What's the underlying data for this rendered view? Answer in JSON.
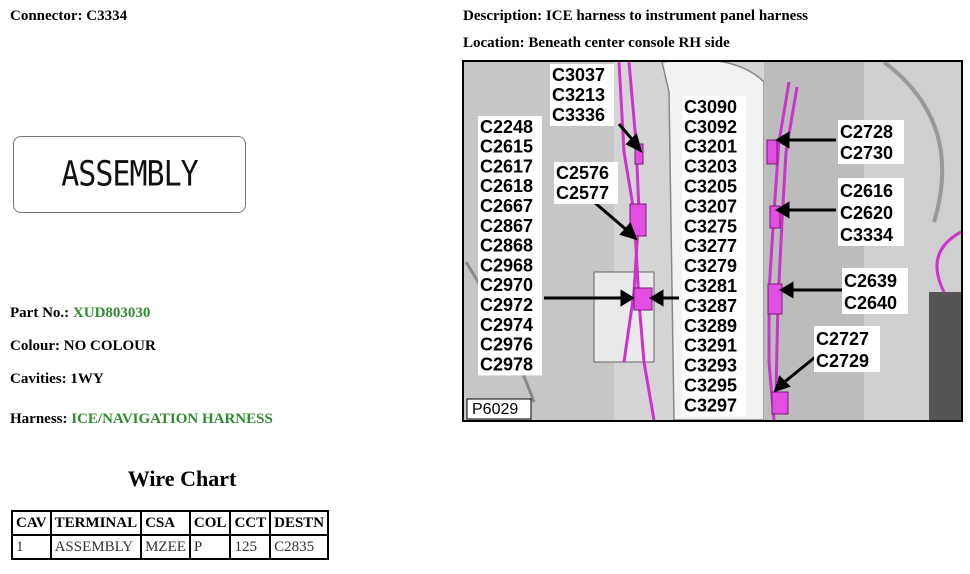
{
  "connector": {
    "label": "Connector:",
    "value": "C3334"
  },
  "description": {
    "label": "Description:",
    "value": "ICE harness to instrument panel harness"
  },
  "location": {
    "label": "Location:",
    "value": "Beneath center console RH side"
  },
  "assembly_image_text": "ASSEMBLY",
  "part_no": {
    "label": "Part No.:",
    "value": "XUD803030"
  },
  "colour": {
    "label": "Colour:",
    "value": "NO COLOUR"
  },
  "cavities": {
    "label": "Cavities:",
    "value": "1WY"
  },
  "harness": {
    "label": "Harness:",
    "value": "ICE/NAVIGATION HARNESS"
  },
  "wire_chart": {
    "title": "Wire Chart",
    "headers": [
      "CAV",
      "TERMINAL",
      "CSA",
      "COL",
      "CCT",
      "DESTN"
    ],
    "rows": [
      [
        "1",
        "ASSEMBLY",
        "MZEE",
        "P",
        "125",
        "C2835"
      ]
    ]
  },
  "photo": {
    "ref": "P6029",
    "colors": {
      "wire": "#cc33cc",
      "background": "#d6d6d6",
      "label_bg": "#ffffff"
    },
    "left_group_top": [
      "C3037",
      "C3213",
      "C3336"
    ],
    "left_group_mid": [
      "C2576",
      "C2577"
    ],
    "left_column": [
      "C2248",
      "C2615",
      "C2617",
      "C2618",
      "C2667",
      "C2867",
      "C2868",
      "C2968",
      "C2970",
      "C2972",
      "C2974",
      "C2976",
      "C2978"
    ],
    "center_column": [
      "C3090",
      "C3092",
      "C3201",
      "C3203",
      "C3205",
      "C3207",
      "C3275",
      "C3277",
      "C3279",
      "C3281",
      "C3287",
      "C3289",
      "C3291",
      "C3293",
      "C3295",
      "C3297"
    ],
    "right_group_1": [
      "C2728",
      "C2730"
    ],
    "right_group_2": [
      "C2616",
      "C2620",
      "C3334"
    ],
    "right_group_3": [
      "C2639",
      "C2640"
    ],
    "right_group_4": [
      "C2727",
      "C2729"
    ]
  }
}
